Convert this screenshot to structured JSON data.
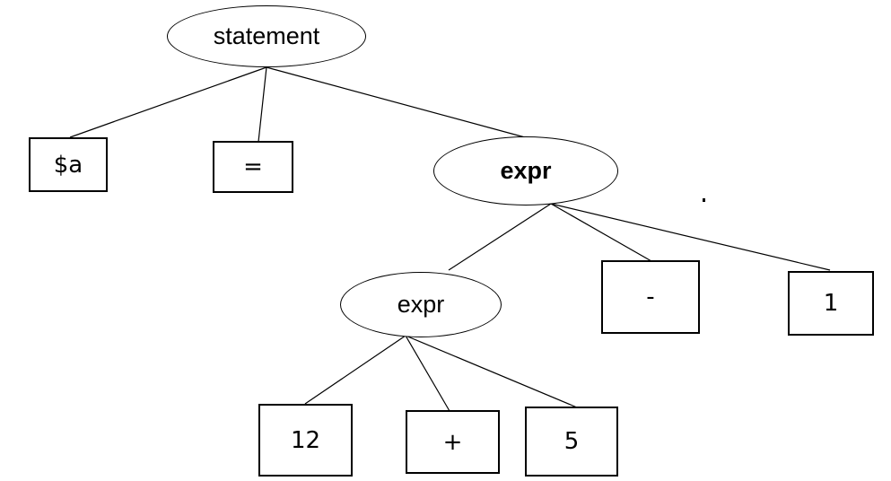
{
  "diagram": {
    "type": "parse-tree",
    "colors": {
      "stroke": "#000000",
      "text": "#000000",
      "background": "#ffffff"
    },
    "nodes": {
      "statement": {
        "label": "statement",
        "shape": "ellipse",
        "bold": false
      },
      "var_a": {
        "label": "$a",
        "shape": "rect",
        "bold": false
      },
      "assign": {
        "label": "=",
        "shape": "rect",
        "bold": false
      },
      "expr_outer": {
        "label": "expr",
        "shape": "ellipse",
        "bold": true
      },
      "expr_inner": {
        "label": "expr",
        "shape": "ellipse",
        "bold": false
      },
      "minus": {
        "label": "-",
        "shape": "rect",
        "bold": false
      },
      "one": {
        "label": "1",
        "shape": "rect",
        "bold": false
      },
      "twelve": {
        "label": "12",
        "shape": "rect",
        "bold": false
      },
      "plus": {
        "label": "+",
        "shape": "rect",
        "bold": false
      },
      "five": {
        "label": "5",
        "shape": "rect",
        "bold": false
      }
    },
    "edges": [
      {
        "from": "statement",
        "to": "var_a"
      },
      {
        "from": "statement",
        "to": "assign"
      },
      {
        "from": "statement",
        "to": "expr_outer"
      },
      {
        "from": "expr_outer",
        "to": "expr_inner"
      },
      {
        "from": "expr_outer",
        "to": "minus"
      },
      {
        "from": "expr_outer",
        "to": "one"
      },
      {
        "from": "expr_inner",
        "to": "twelve"
      },
      {
        "from": "expr_inner",
        "to": "plus"
      },
      {
        "from": "expr_inner",
        "to": "five"
      }
    ]
  }
}
